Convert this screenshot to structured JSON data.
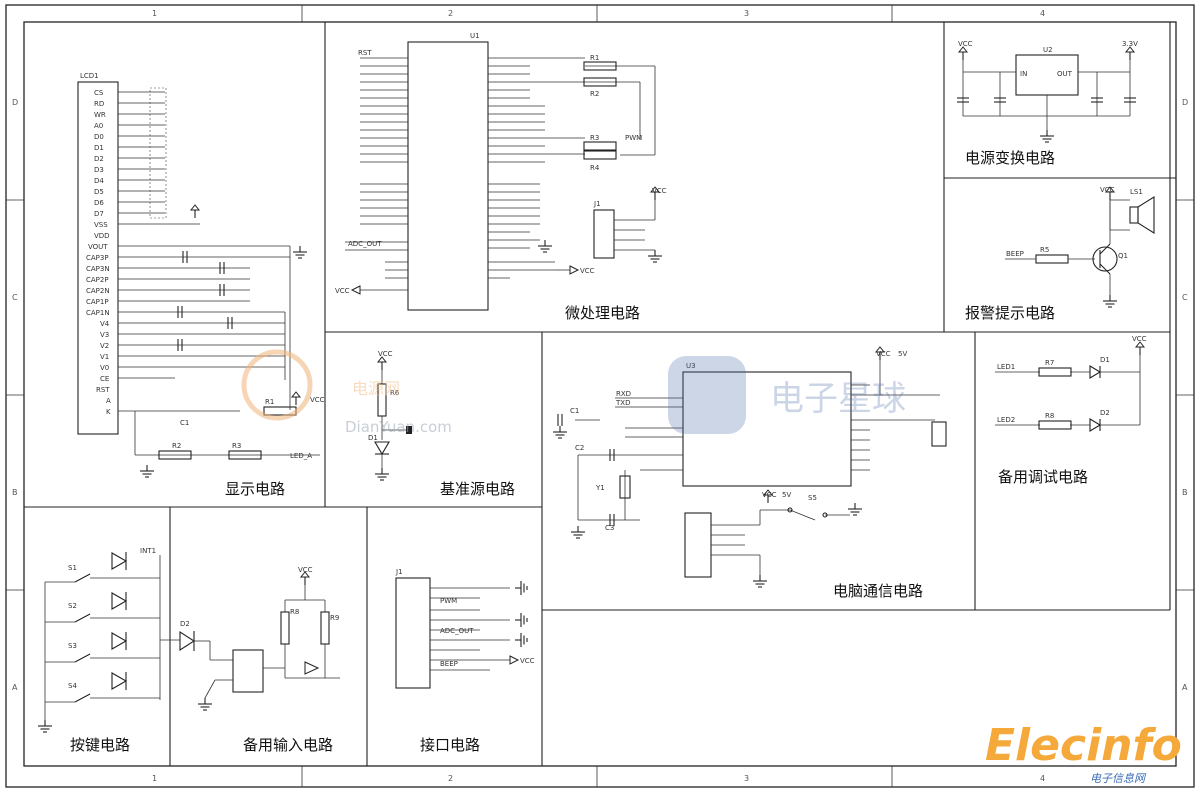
{
  "border": {
    "columns_top": [
      "1",
      "2",
      "3",
      "4"
    ],
    "columns_bottom": [
      "1",
      "2",
      "3",
      "4"
    ],
    "rows_left": [
      "D",
      "C",
      "B",
      "A"
    ],
    "rows_right": [
      "D",
      "C",
      "B",
      "A"
    ]
  },
  "sections": {
    "display": "显示电路",
    "micro": "微处理电路",
    "power": "电源变换电路",
    "alarm": "报警提示电路",
    "reference": "基准源电路",
    "pc_comm": "电脑通信电路",
    "debug": "备用调试电路",
    "keys": "按键电路",
    "backup_input": "备用输入电路",
    "interface": "接口电路"
  },
  "labels": {
    "lcd_ref": "LCD1",
    "mcu_ref": "U1",
    "reg_ref": "U2",
    "reg_in": "IN",
    "reg_out": "OUT",
    "vcc": "VCC",
    "v33": "3.3V",
    "v5": "5V",
    "speaker": "LS1",
    "q1": "Q1",
    "d1": "D1",
    "d2": "D2",
    "r1": "R1",
    "r2": "R2",
    "r3": "R3",
    "r4": "R4",
    "r5": "R5",
    "r6": "R6",
    "r7": "R7",
    "r8": "R8",
    "r9": "R9",
    "c1": "C1",
    "c2": "C2",
    "c3": "C3",
    "y1": "Y1",
    "s1": "S1",
    "s2": "S2",
    "s3": "S3",
    "s4": "S4",
    "s5": "S5",
    "j1": "J1",
    "u3": "U3",
    "led1": "LED1",
    "led2": "LED2",
    "beep": "BEEP",
    "rst": "RST",
    "pwm": "PWM",
    "int": "INT1",
    "vout": "VOUT",
    "bl": "LED_A",
    "gnd": "GND",
    "rxd": "RXD",
    "txd": "TXD",
    "adc": "ADC_OUT"
  },
  "lcd_pins": [
    "CS",
    "RD",
    "WR",
    "A0",
    "D0",
    "D1",
    "D2",
    "D3",
    "D4",
    "D5",
    "D6",
    "D7",
    "VSS",
    "VDD",
    "VOUT",
    "CAP3P",
    "CAP3N",
    "CAP2P",
    "CAP2N",
    "CAP1P",
    "CAP1N",
    "V4",
    "V3",
    "V2",
    "V1",
    "V0",
    "CE",
    "RST",
    "A",
    "K"
  ],
  "logos": {
    "dianyuan_cn": "电源网",
    "dianyuan_en": "DianYuan.com",
    "elecfans": "电子星球",
    "elecinfo": "Elecinfo",
    "elecinfo_cn": "电子信息网"
  }
}
